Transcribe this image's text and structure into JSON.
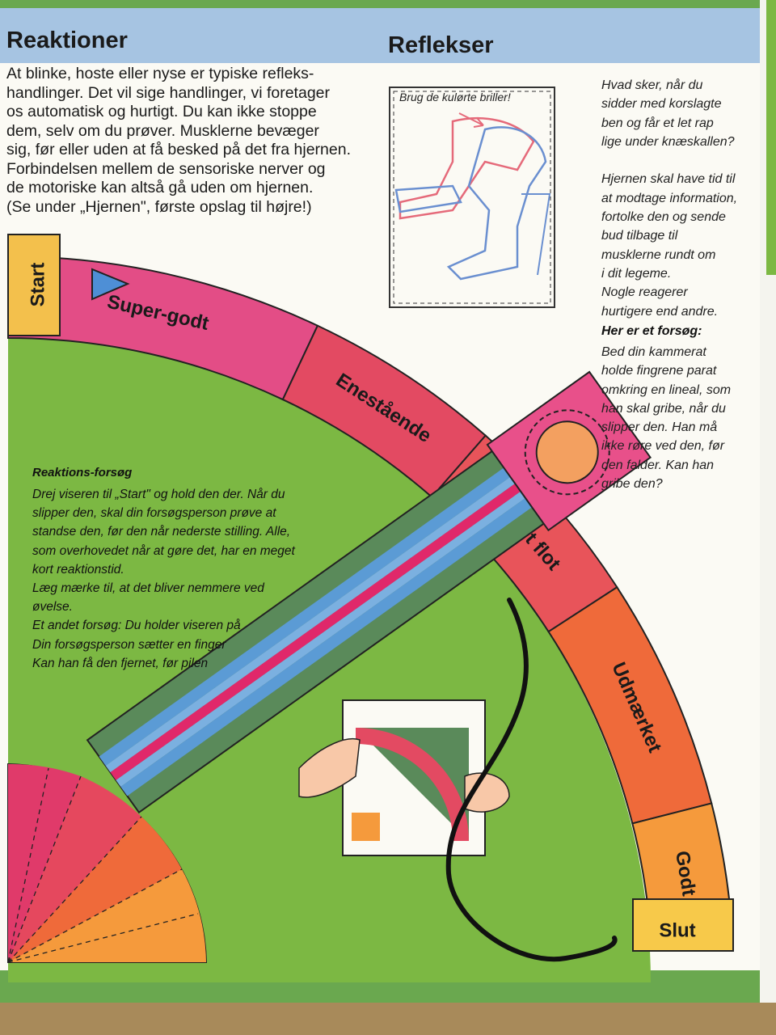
{
  "headings": {
    "left": "Reaktioner",
    "right": "Reflekser"
  },
  "intro_paragraph": "At blinke, hoste eller nyse er typiske refleks-\nhandlinger. Det vil sige handlinger, vi foretager\nos automatisk og hurtigt. Du kan ikke stoppe\ndem, selv om du prøver. Musklerne bevæger\nsig, før eller uden at få besked på det fra hjernen.\nForbindelsen mellem de sensoriske nerver og\nde motoriske kan altså gå uden om hjernen.\n(Se under „Hjernen\", første opslag til højre!)",
  "glasses_caption": "Brug de kulørte briller!",
  "reflex_question": "Hvad sker, når du\nsidder med korslagte\nben og får et let rap\nlige under knæskallen?\n\nHjernen skal have tid til\nat modtage information,\nfortolke den og sende\nbud tilbage til\nmusklerne rundt om\ni dit legeme.\nNogle reagerer\nhurtigere end andre.",
  "experiment_heading": "Her er et forsøg:",
  "experiment_steps": "Bed din kammerat\nholde fingrene parat\nomkring en lineal, som\nhan skal gribe, når du\nslipper den. Han må\nikke røre ved den, før\nden falder. Kan han\ngribe den?",
  "reaction_test": {
    "title": "Reaktions-forsøg",
    "text": "Drej viseren til „Start\" og hold den der. Når du\nslipper den, skal din forsøgsperson prøve at\nstandse den, før den når nederste stilling. Alle,\nsom overhovedet når at gøre det, har en meget\nkort reaktionstid.\nLæg mærke til, at det bliver nemmere ved\nøvelse.\nEt andet forsøg: Du holder viseren på\nDin forsøgsperson sætter en finger\nKan han få den fjernet, før pilen"
  },
  "dial_scale": {
    "start": "Start",
    "end": "Slut",
    "zones": [
      {
        "label": "Super-godt",
        "color": "#e34d86"
      },
      {
        "label": "Enestående",
        "color": "#e34a62"
      },
      {
        "label": "Meget flot",
        "color": "#e8545a"
      },
      {
        "label": "Udmærket",
        "color": "#ef6a3a"
      },
      {
        "label": "Godt",
        "color": "#f59a3c"
      }
    ],
    "start_color": "#f3c04c",
    "end_color": "#f7c94a"
  },
  "colors": {
    "header_band": "#a6c4e2",
    "page": "#fbfaf4",
    "green": "#7cb843",
    "pointer_green": "#5a8a5a",
    "pointer_blue": "#5b9bd5",
    "pointer_red": "#e0286a",
    "board_border": "#6aa84f"
  }
}
